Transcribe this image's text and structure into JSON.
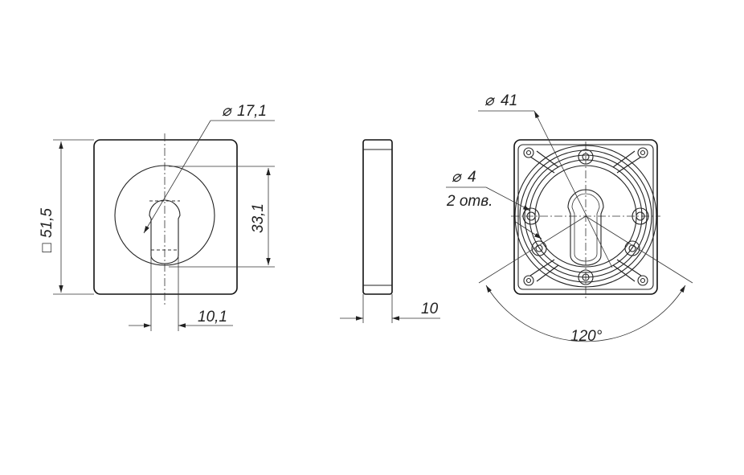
{
  "front_view": {
    "dim_side": "51,5",
    "dim_side_symbol": "□",
    "dim_circle": "17,1",
    "dim_height": "33,1",
    "dim_width": "10,1",
    "diameter_symbol": "⌀"
  },
  "side_view": {
    "dim_thickness": "10"
  },
  "back_view": {
    "dim_diameter": "41",
    "dim_hole": "4",
    "hole_count": "2 отв.",
    "dim_angle": "120°",
    "diameter_symbol": "⌀"
  }
}
